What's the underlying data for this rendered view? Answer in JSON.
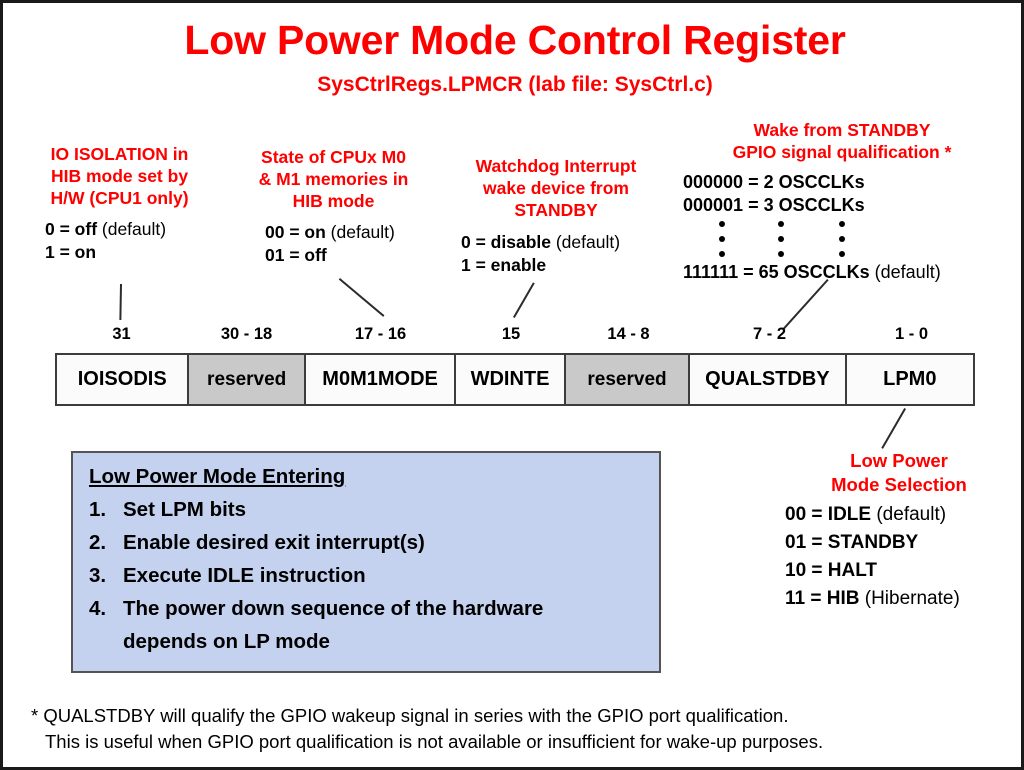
{
  "title": "Low Power Mode Control Register",
  "subtitle": "SysCtrlRegs.LPMCR  (lab file: SysCtrl.c)",
  "colors": {
    "accent_red": "#ff0000",
    "reserved_gray": "#c9c9c9",
    "info_box_blue": "#c4d2f0",
    "border_dark": "#3c3c3c"
  },
  "annotations": {
    "io_isolation": {
      "heading": "IO ISOLATION in HIB mode set by H/W (CPU1 only)",
      "heading_lines": [
        "IO ISOLATION in",
        "HIB mode set by",
        "H/W (CPU1 only)"
      ],
      "values": [
        {
          "code": "0 = off",
          "note": " (default)"
        },
        {
          "code": "1 = on",
          "note": ""
        }
      ]
    },
    "m0m1_mode": {
      "heading_lines": [
        "State of CPUx M0",
        "& M1 memories in",
        "HIB mode"
      ],
      "values": [
        {
          "code": "00 = on",
          "note": " (default)"
        },
        {
          "code": "01 = off",
          "note": ""
        }
      ]
    },
    "watchdog": {
      "heading_lines": [
        "Watchdog Interrupt",
        "wake device from",
        "STANDBY"
      ],
      "values": [
        {
          "code": "0 = disable",
          "note": " (default)"
        },
        {
          "code": "1 = enable",
          "note": ""
        }
      ]
    },
    "qualstdby": {
      "heading_lines": [
        "Wake from STANDBY",
        "GPIO signal qualification *"
      ],
      "values": [
        {
          "code": "000000 = 2 OSCCLKs",
          "note": ""
        },
        {
          "code": "000001 = 3 OSCCLKs",
          "note": ""
        }
      ],
      "ellipsis": "vertical-dots",
      "last_value": {
        "code": "111111 = 65 OSCCLKs",
        "note": " (default)"
      }
    },
    "lpm_selection": {
      "heading_lines": [
        "Low Power",
        "Mode Selection"
      ],
      "values": [
        {
          "code": "00 = IDLE",
          "note": " (default)"
        },
        {
          "code": "01 = STANDBY",
          "note": ""
        },
        {
          "code": "10 = HALT",
          "note": ""
        },
        {
          "code": "11 = HIB",
          "note": " (Hibernate)"
        }
      ]
    }
  },
  "register": {
    "bit_labels": [
      "31",
      "30 - 18",
      "17 - 16",
      "15",
      "14 - 8",
      "7 - 2",
      "1 - 0"
    ],
    "fields": [
      {
        "name": "IOISODIS",
        "reserved": false,
        "width": 133
      },
      {
        "name": "reserved",
        "reserved": true,
        "width": 117
      },
      {
        "name": "M0M1MODE",
        "reserved": false,
        "width": 151
      },
      {
        "name": "WDINTE",
        "reserved": false,
        "width": 110
      },
      {
        "name": "reserved",
        "reserved": true,
        "width": 125
      },
      {
        "name": "QUALSTDBY",
        "reserved": false,
        "width": 157
      },
      {
        "name": "LPM0",
        "reserved": false,
        "width": 127
      }
    ]
  },
  "steps_box": {
    "heading": "Low Power Mode Entering",
    "items": [
      {
        "num": "1.",
        "text": "Set LPM bits",
        "cont": ""
      },
      {
        "num": "2.",
        "text": "Enable desired exit interrupt(s)",
        "cont": ""
      },
      {
        "num": "3.",
        "text": "Execute IDLE instruction",
        "cont": ""
      },
      {
        "num": "4.",
        "text": "The power down sequence of the hardware",
        "cont": "depends on LP mode"
      }
    ]
  },
  "footnote": {
    "line1": "* QUALSTDBY will qualify the GPIO wakeup signal in series with the GPIO port qualification.",
    "line2": "This is useful when GPIO port qualification is not available or insufficient for wake-up purposes."
  }
}
